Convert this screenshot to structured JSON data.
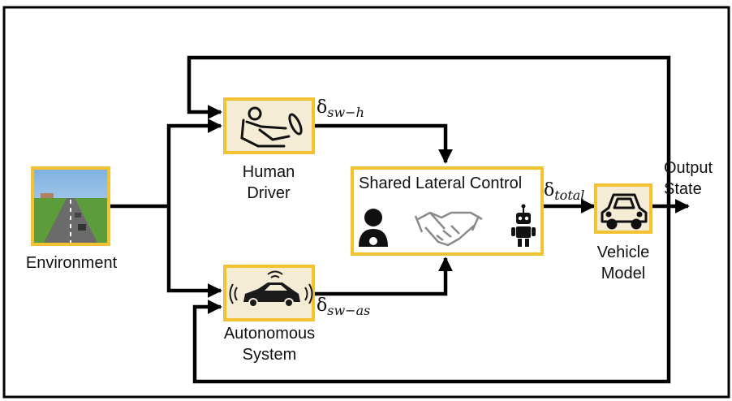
{
  "blocks": {
    "environment": {
      "label": "Environment"
    },
    "human_driver": {
      "line1": "Human",
      "line2": "Driver"
    },
    "autonomous_system": {
      "line1": "Autonomous",
      "line2": "System"
    },
    "shared_control": {
      "title": "Shared Lateral Control"
    },
    "vehicle_model": {
      "line1": "Vehicle",
      "line2": "Model"
    },
    "output": {
      "line1": "Output",
      "line2": "State"
    }
  },
  "signals": {
    "human": {
      "symbol": "δ",
      "subscript": "sw−h"
    },
    "autonomous": {
      "symbol": "δ",
      "subscript": "sw−as"
    },
    "total": {
      "symbol": "δ",
      "subscript": "total"
    }
  },
  "icons": {
    "environment": "road-scene-icon",
    "human_driver": "driver-seat-icon",
    "autonomous_system": "connected-car-icon",
    "shared_person": "person-icon",
    "shared_handshake": "handshake-icon",
    "shared_robot": "robot-icon",
    "vehicle": "car-icon"
  },
  "colors": {
    "block_border": "#f2c233",
    "icon_fill": "#f5ecd6",
    "arrow": "#000000"
  }
}
